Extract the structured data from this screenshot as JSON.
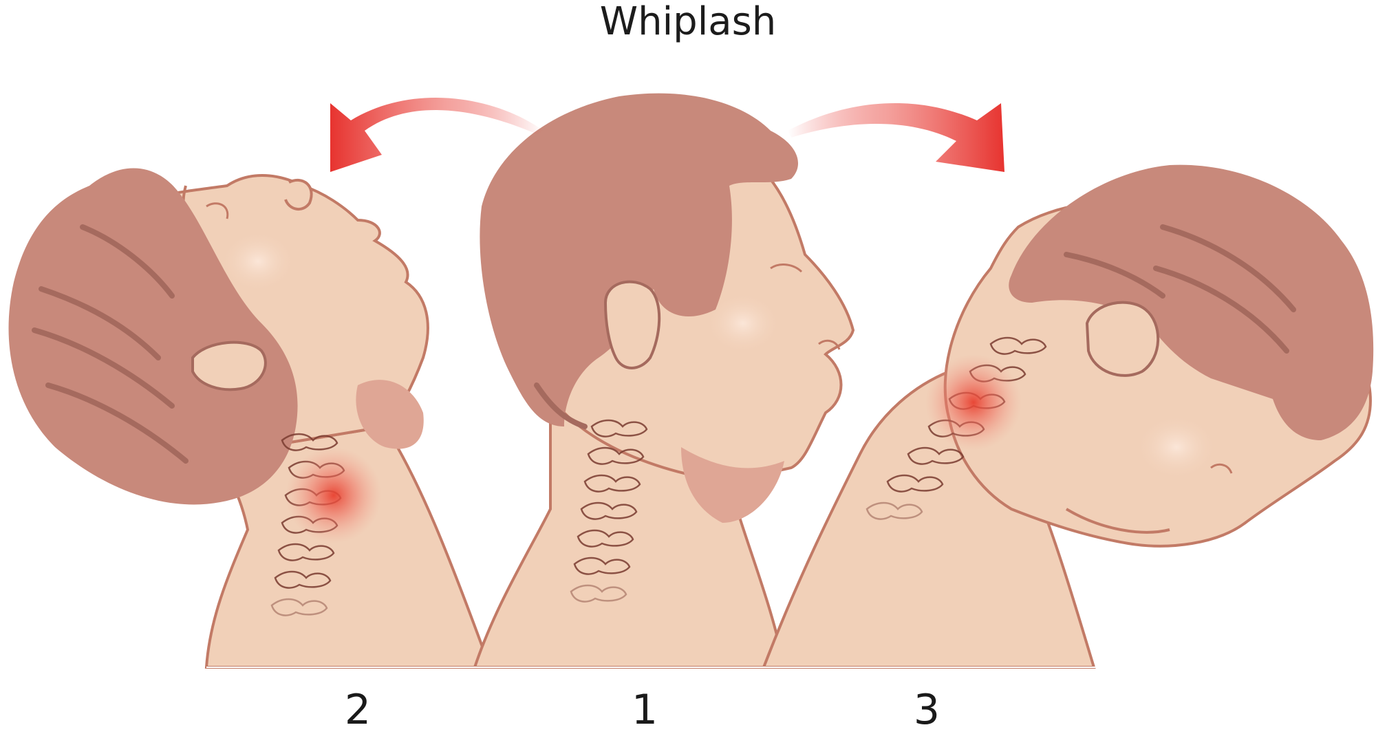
{
  "title": "Whiplash",
  "stages": [
    {
      "number": "2",
      "pose": "head-extended-back"
    },
    {
      "number": "1",
      "pose": "head-neutral"
    },
    {
      "number": "3",
      "pose": "head-flexed-forward"
    }
  ],
  "colors": {
    "skin": "#f1d0b8",
    "skin_shadow": "#dfa695",
    "outline": "#c27a66",
    "hair": "#c8897b",
    "hair_dark": "#a56a5e",
    "arrow": "#e7332f",
    "pain": "#e8402f",
    "vertebra": "#7a3c30"
  }
}
